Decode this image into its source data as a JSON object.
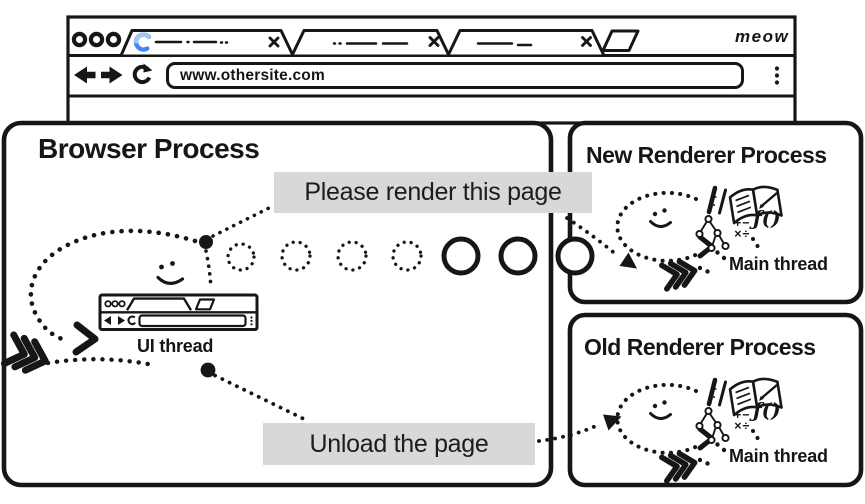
{
  "colors": {
    "ink": "#161616",
    "label_bg": "#d8d8d8",
    "spinner_dark": "#4285f4",
    "spinner_light": "#a4c6f5"
  },
  "browser_window": {
    "brand": "meow",
    "address": "www.othersite.com",
    "tab_count": 3,
    "icons": [
      "traffic-lights",
      "loading-spinner",
      "tab-close",
      "new-tab",
      "back-arrow",
      "forward-arrow",
      "refresh",
      "menu-dots"
    ]
  },
  "processes": {
    "browser": {
      "title": "Browser Process",
      "thread": "UI thread",
      "messages": [
        {
          "text": "Please render this page"
        },
        {
          "text": "Unload the page"
        }
      ]
    },
    "new_renderer": {
      "title": "New Renderer Process",
      "thread": "Main thread"
    },
    "old_renderer": {
      "title": "Old Renderer Process",
      "thread": "Main thread"
    }
  },
  "glyphs": {
    "math_top": "+−",
    "math_bottom": "×÷",
    "function": "ƒ()"
  }
}
